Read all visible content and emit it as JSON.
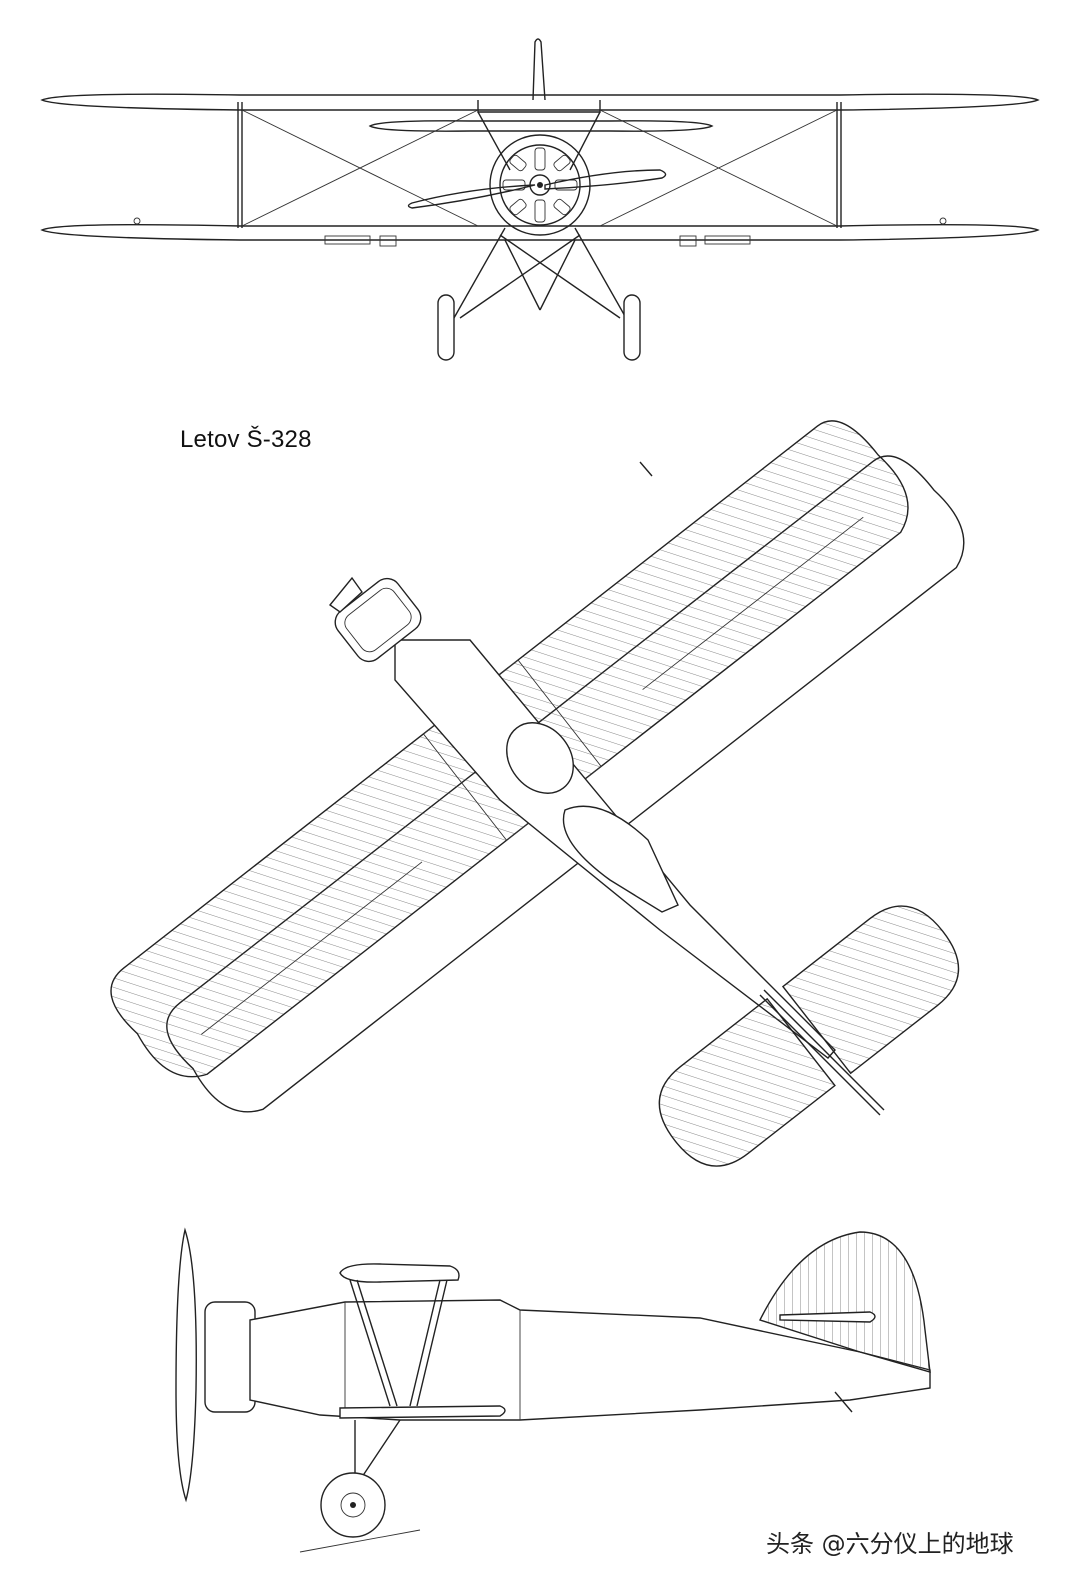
{
  "drawing": {
    "title": "Letov Š-328",
    "watermark": "头条 @六分仪上的地球"
  },
  "views": {
    "front": "front-view",
    "top": "top-view",
    "side": "side-view"
  }
}
